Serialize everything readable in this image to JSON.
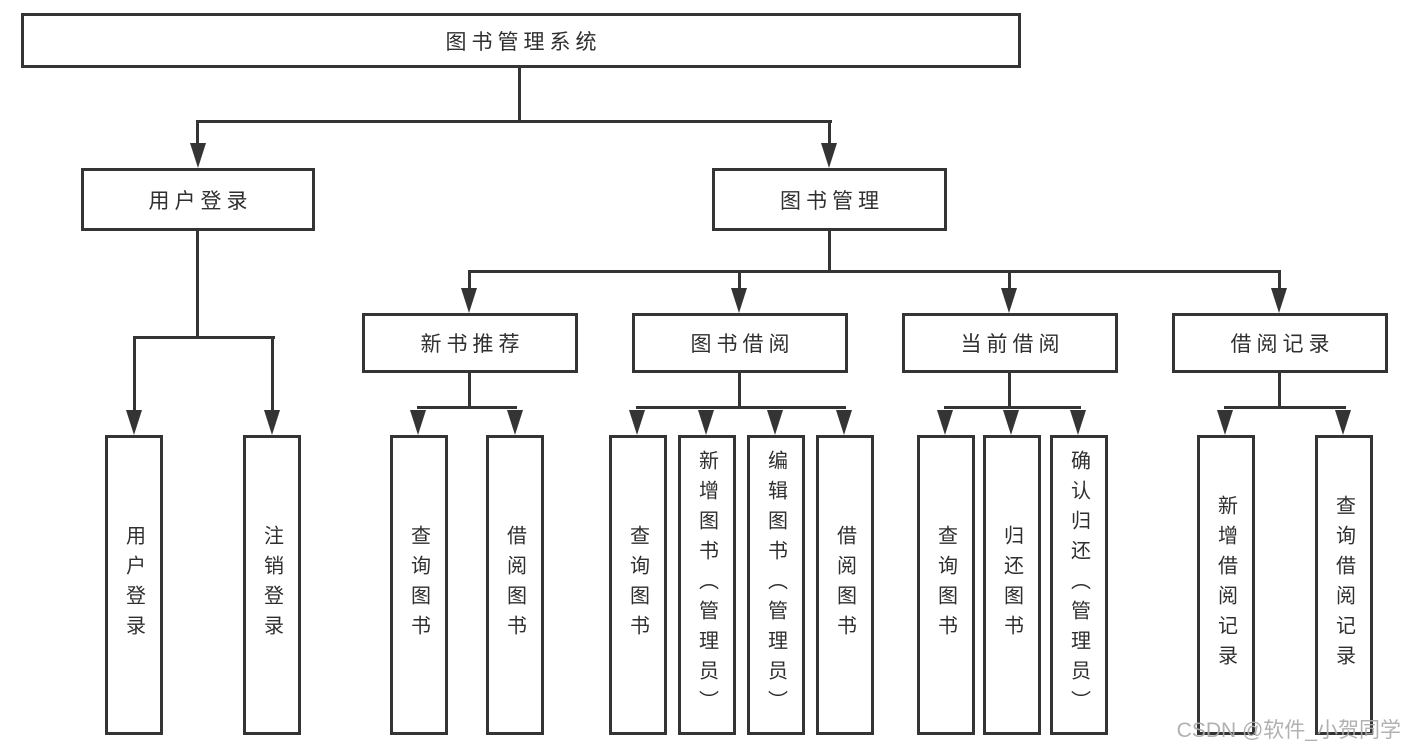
{
  "tree": {
    "label": "图书管理系统",
    "children": [
      {
        "label": "用户登录",
        "children": [
          {
            "label": "用户登录"
          },
          {
            "label": "注销登录"
          }
        ]
      },
      {
        "label": "图书管理",
        "children": [
          {
            "label": "新书推荐",
            "children": [
              {
                "label": "查询图书"
              },
              {
                "label": "借阅图书"
              }
            ]
          },
          {
            "label": "图书借阅",
            "children": [
              {
                "label": "查询图书"
              },
              {
                "label": "新增图书（管理员）"
              },
              {
                "label": "编辑图书（管理员）"
              },
              {
                "label": "借阅图书"
              }
            ]
          },
          {
            "label": "当前借阅",
            "children": [
              {
                "label": "查询图书"
              },
              {
                "label": "归还图书"
              },
              {
                "label": "确认归还（管理员）"
              }
            ]
          },
          {
            "label": "借阅记录",
            "children": [
              {
                "label": "新增借阅记录"
              },
              {
                "label": "查询借阅记录"
              }
            ]
          }
        ]
      }
    ]
  },
  "watermark": {
    "text": "CSDN @软件_小贺同学"
  },
  "colors": {
    "line": "#343434",
    "box_background": "#ffffff",
    "text": "#2f2f2f",
    "watermark": "#ababab"
  }
}
